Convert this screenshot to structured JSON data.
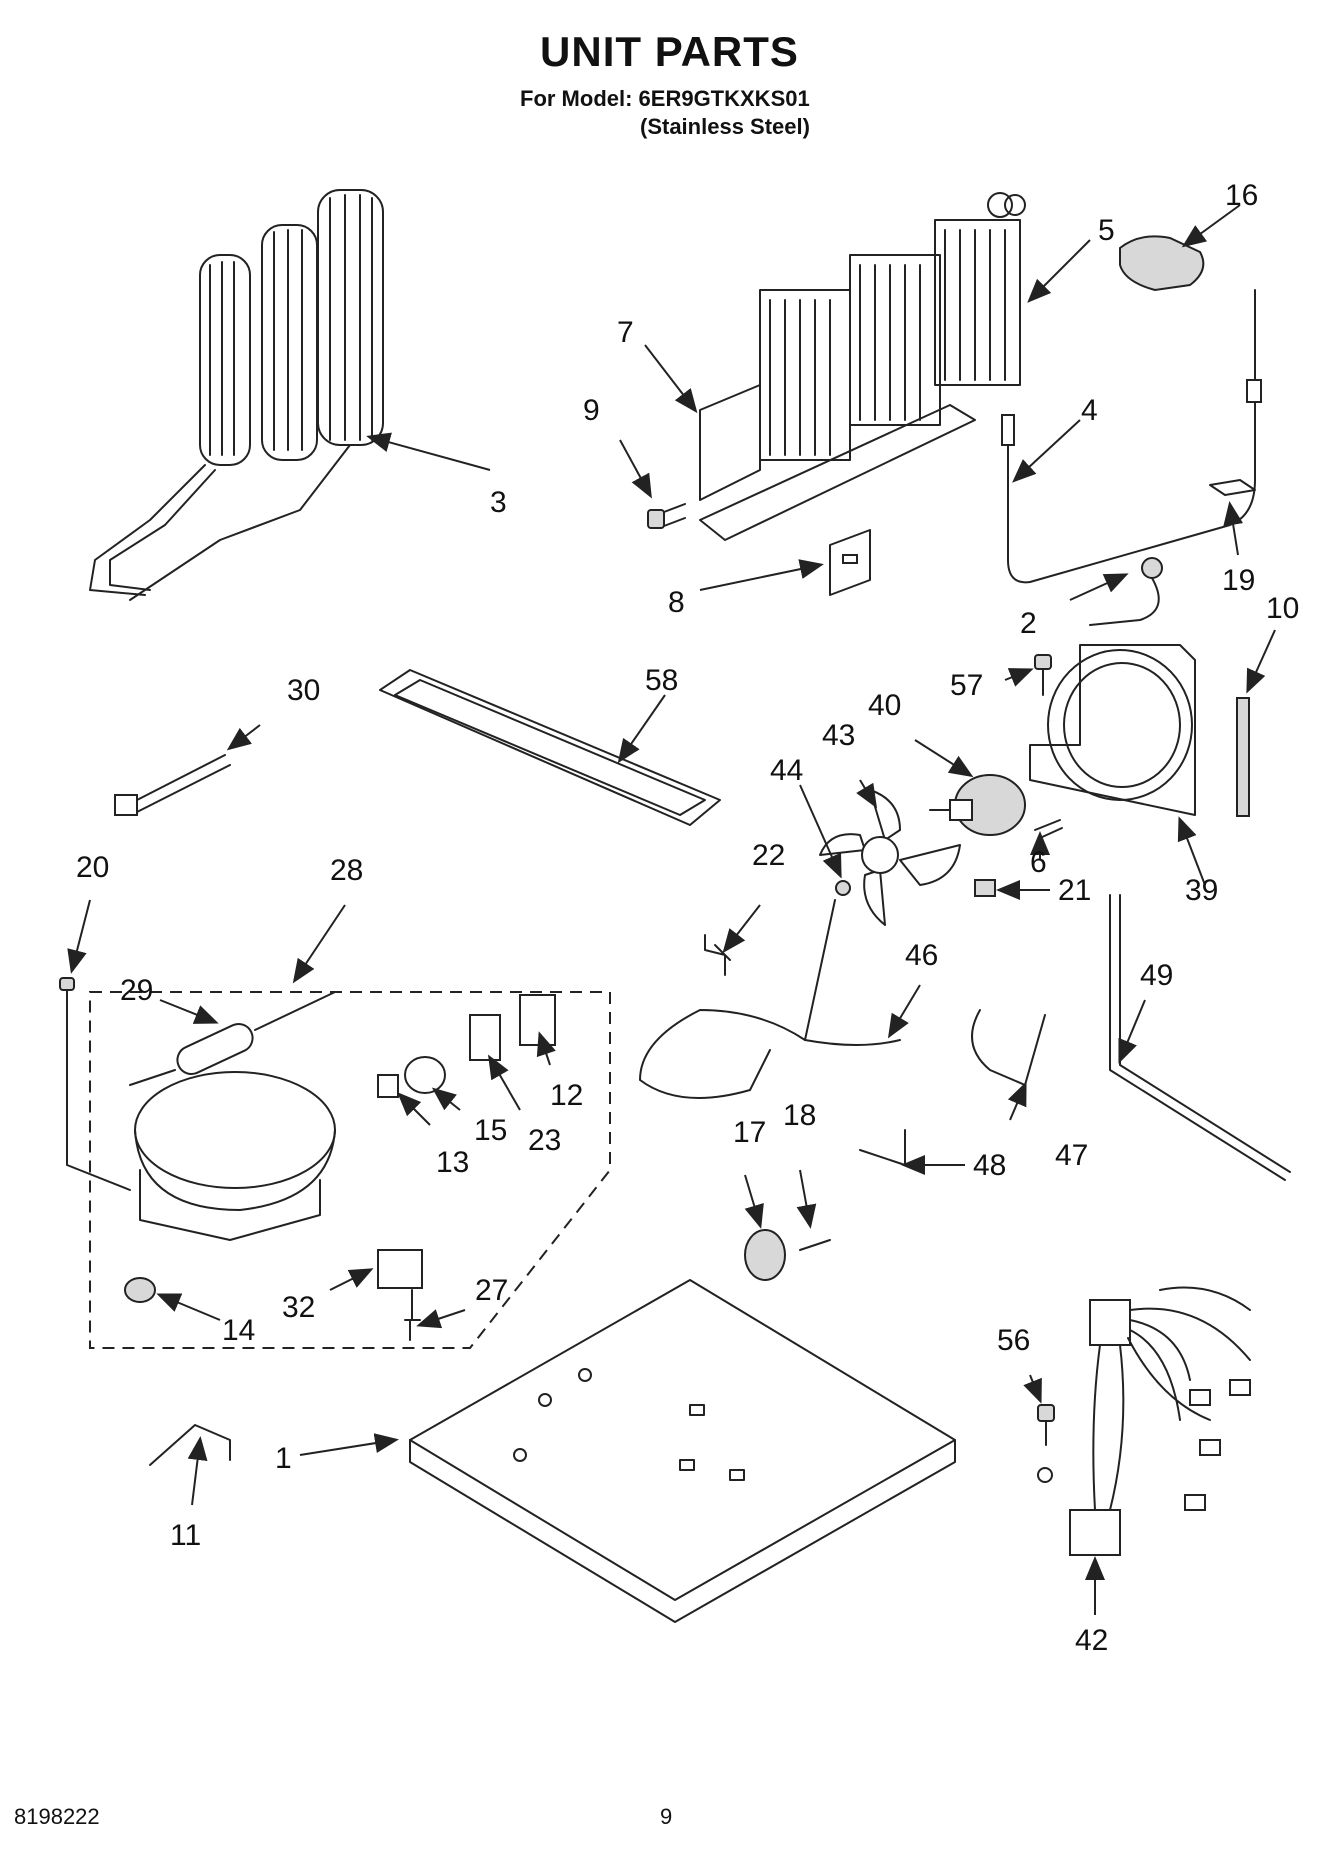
{
  "header": {
    "title": "UNIT PARTS",
    "model": "For Model: 6ER9GTKXKS01",
    "variant": "(Stainless Steel)"
  },
  "footer": {
    "doc_number": "8198222",
    "page_number": "9"
  },
  "callouts": {
    "c1": "1",
    "c2": "2",
    "c3": "3",
    "c4": "4",
    "c5": "5",
    "c6": "6",
    "c7": "7",
    "c8": "8",
    "c9": "9",
    "c10": "10",
    "c11": "11",
    "c12": "12",
    "c13": "13",
    "c14": "14",
    "c15": "15",
    "c16": "16",
    "c17": "17",
    "c18": "18",
    "c19": "19",
    "c20": "20",
    "c21": "21",
    "c22": "22",
    "c23": "23",
    "c27": "27",
    "c28": "28",
    "c29": "29",
    "c30": "30",
    "c32": "32",
    "c39": "39",
    "c40": "40",
    "c42": "42",
    "c43": "43",
    "c44": "44",
    "c46": "46",
    "c47": "47",
    "c48": "48",
    "c49": "49",
    "c56": "56",
    "c57": "57",
    "c58": "58"
  }
}
